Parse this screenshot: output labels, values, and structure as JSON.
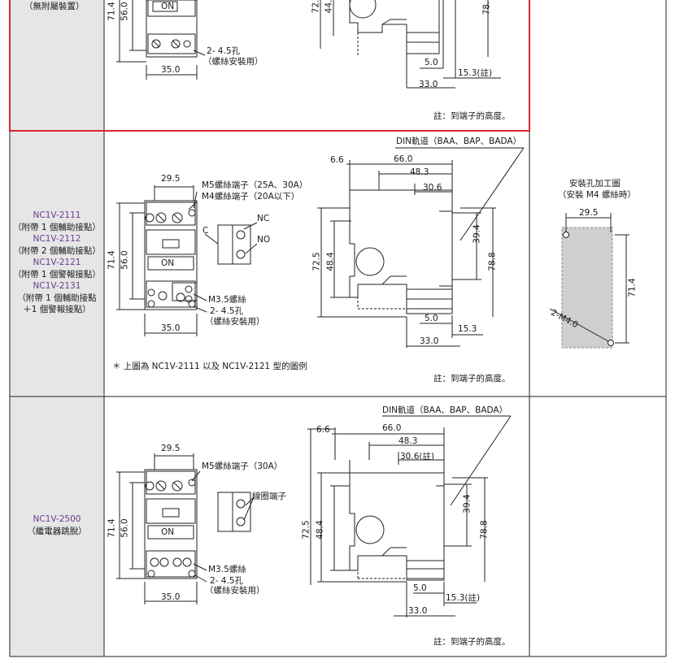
{
  "row1": {
    "label": "（無附屬裝置）",
    "dims": {
      "d71_4": "71.4",
      "d56_0": "56.0",
      "d35_0": "35.0",
      "d72": "72.",
      "d44": "44.",
      "d78": "78.",
      "d5_0": "5.0",
      "d33_0": "33.0",
      "d15_3": "15.3(註)"
    },
    "on": "ON",
    "hole": "2- 4.5孔",
    "hole_use": "（螺絲安裝用）",
    "note": "註：到端子的高度。"
  },
  "row2": {
    "models": [
      {
        "name": "NC1V-2111",
        "desc": "（附帶 1 個輔助接點）"
      },
      {
        "name": "NC1V-2112",
        "desc": "（附帶 2 個輔助接點）"
      },
      {
        "name": "NC1V-2121",
        "desc": "（附帶 1 個警報接點）"
      },
      {
        "name": "NC1V-2131",
        "desc": "（附帶 1 個輔助接點"
      }
    ],
    "desc_extra": "＋1 個警報接點）",
    "din": "DIN軌道（BAA、BAP、BADA）",
    "m5": "M5螺絲端子（25A、30A）",
    "m4": "M4螺絲端子（20A以下）",
    "nc": "NC",
    "c": "C",
    "no": "NO",
    "m35": "M3.5螺絲",
    "hole": "2- 4.5孔",
    "hole_use": "（螺絲安裝用）",
    "dims": {
      "d29_5": "29.5",
      "d71_4": "71.4",
      "d56_0": "56.0",
      "d35_0": "35.0",
      "d6_6": "6.6",
      "d66_0": "66.0",
      "d48_3": "48.3",
      "d30_6": "30.6",
      "d72_5": "72.5",
      "d48_4": "48.4",
      "d39_4": "39.4",
      "d78_8": "78.8",
      "d5_0": "5.0",
      "d15_3": "15.3",
      "d33_0": "33.0"
    },
    "on": "ON",
    "footnote": "＊ 上圖為 NC1V-2111 以及 NC1V-2121 型的圖例",
    "note": "註：到端子的高度。",
    "mount": {
      "title": "安裝孔加工圖",
      "subtitle": "（安裝 M4 螺絲時）",
      "d29_5": "29.5",
      "d71_4": "71.4",
      "hole": "2-M4.0"
    }
  },
  "row3": {
    "model": "NC1V-2500",
    "desc": "（繼電器跳脫）",
    "din": "DIN軌道（BAA、BAP、BADA）",
    "m5": "M5螺絲端子（30A）",
    "coil": "線圈端子",
    "m35": "M3.5螺絲",
    "hole": "2- 4.5孔",
    "hole_use": "（螺絲安裝用）",
    "dims": {
      "d29_5": "29.5",
      "d71_4": "71.4",
      "d56_0": "56.0",
      "d35_0": "35.0",
      "d6_6": "6.6",
      "d66_0": "66.0",
      "d48_3": "48.3",
      "d30_6": "30.6(註)",
      "d72_5": "72.5",
      "d48_4": "48.4",
      "d39_4": "39.4",
      "d78_8": "78.8",
      "d5_0": "5.0",
      "d15_3": "15.3(註)",
      "d33_0": "33.0"
    },
    "on": "ON",
    "note": "註：到端子的高度。"
  },
  "colors": {
    "highlight": "#d8262c",
    "model": "#6b3d8f",
    "cell": "#e6e6e6"
  }
}
